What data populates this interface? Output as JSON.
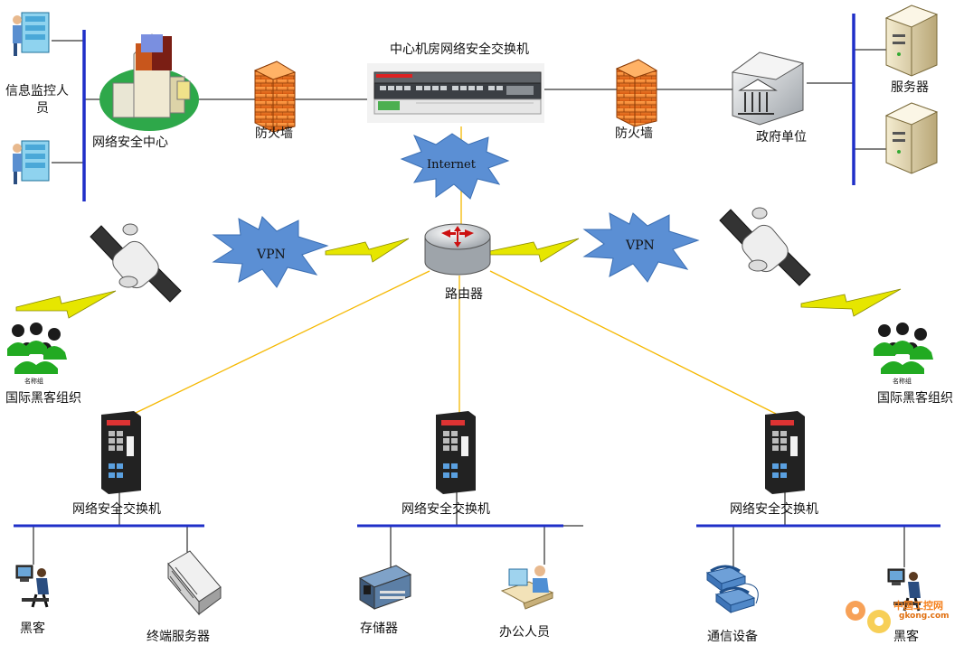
{
  "labels": {
    "center_switch": "中心机房网络安全交换机",
    "monitor_person": "信息监控人",
    "monitor_person_2": "员",
    "security_center": "网络安全中心",
    "firewall_left": "防火墙",
    "firewall_right": "防火墙",
    "government": "政府单位",
    "servers": "服务器",
    "internet": "Internet",
    "vpn_left": "VPN",
    "vpn_right": "VPN",
    "router": "路由器",
    "hacker_group_left": "国际黑客组织",
    "hacker_group_right": "国际黑客组织",
    "group_badge_left": "名称组",
    "group_badge_right": "名称组",
    "switch_left": "网络安全交换机",
    "switch_mid": "网络安全交换机",
    "switch_right": "网络安全交换机",
    "hacker_left": "黑客",
    "terminal_server": "终端服务器",
    "storage": "存储器",
    "office_staff": "办公人员",
    "comm_device": "通信设备",
    "hacker_right": "黑客",
    "watermark_main": "中国工控网",
    "watermark_sub": "gkong.com"
  },
  "icons": {
    "monitor": "monitor-workstation-icon",
    "castle": "security-center-castle-icon",
    "firewall": "firewall-brick-icon",
    "switch_rack": "rack-switch-icon",
    "government": "government-building-icon",
    "server": "tower-server-icon",
    "cloud": "starburst-cloud-icon",
    "lightning": "lightning-link-icon",
    "router": "router-icon",
    "satellite": "satellite-icon",
    "hacker_group": "people-group-icon",
    "industrial_switch": "industrial-switch-icon",
    "hacker": "hacker-workstation-icon",
    "terminal_server": "terminal-server-icon",
    "storage": "storage-device-icon",
    "office": "office-worker-icon",
    "telephone": "telephone-icon"
  },
  "colors": {
    "bus_line": "#1f2fc8",
    "uplink_line": "#f5b800",
    "firewall": "#f07a2a",
    "cloud": "#5b8fd4",
    "lightning": "#e6e600",
    "group": "#22aa22"
  }
}
